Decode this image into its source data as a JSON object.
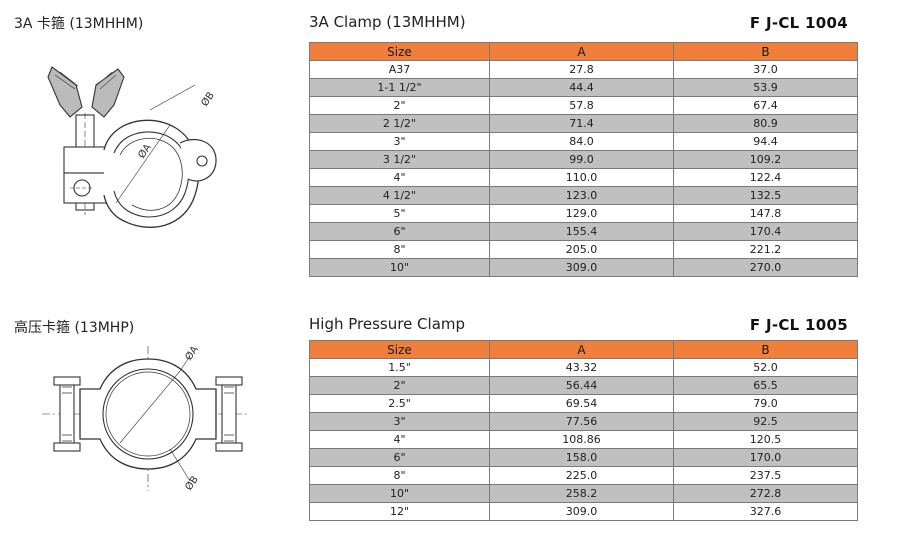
{
  "section1": {
    "left_title": "3A 卡箍 (13MHHM)",
    "title": "3A Clamp (13MHHM)",
    "code": "F J-CL 1004",
    "headers": [
      "Size",
      "A",
      "B"
    ],
    "rows": [
      [
        "A37",
        "27.8",
        "37.0"
      ],
      [
        "1-1 1/2\"",
        "44.4",
        "53.9"
      ],
      [
        "2\"",
        "57.8",
        "67.4"
      ],
      [
        "2 1/2\"",
        "71.4",
        "80.9"
      ],
      [
        "3\"",
        "84.0",
        "94.4"
      ],
      [
        "3 1/2\"",
        "99.0",
        "109.2"
      ],
      [
        "4\"",
        "110.0",
        "122.4"
      ],
      [
        "4 1/2\"",
        "123.0",
        "132.5"
      ],
      [
        "5\"",
        "129.0",
        "147.8"
      ],
      [
        "6\"",
        "155.4",
        "170.4"
      ],
      [
        "8\"",
        "205.0",
        "221.2"
      ],
      [
        "10\"",
        "309.0",
        "270.0"
      ]
    ],
    "drawing_labels": {
      "a": "ØA",
      "b": "ØB"
    }
  },
  "section2": {
    "left_title": "高压卡箍 (13MHP)",
    "title": "High Pressure Clamp",
    "code": "F J-CL 1005",
    "headers": [
      "Size",
      "A",
      "B"
    ],
    "rows": [
      [
        "1.5\"",
        "43.32",
        "52.0"
      ],
      [
        "2\"",
        "56.44",
        "65.5"
      ],
      [
        "2.5\"",
        "69.54",
        "79.0"
      ],
      [
        "3\"",
        "77.56",
        "92.5"
      ],
      [
        "4\"",
        "108.86",
        "120.5"
      ],
      [
        "6\"",
        "158.0",
        "170.0"
      ],
      [
        "8\"",
        "225.0",
        "237.5"
      ],
      [
        "10\"",
        "258.2",
        "272.8"
      ],
      [
        "12\"",
        "309.0",
        "327.6"
      ]
    ],
    "drawing_labels": {
      "a": "ØA",
      "b": "ØB"
    }
  },
  "colors": {
    "header_orange": "#f07f3c",
    "alt_row_gray": "#c0c0c0"
  }
}
